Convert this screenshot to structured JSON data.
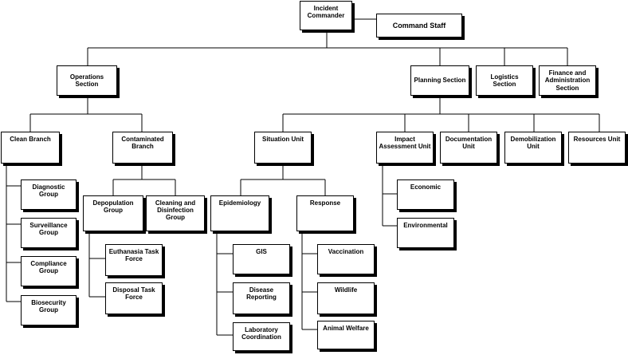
{
  "nodes": {
    "incident_commander": "Incident Commander",
    "command_staff": "Command Staff",
    "operations_section": "Operations Section",
    "planning_section": "Planning Section",
    "logistics_section": "Logistics Section",
    "finance_admin_section": "Finance and Administration Section",
    "clean_branch": "Clean Branch",
    "contaminated_branch": "Contaminated Branch",
    "situation_unit": "Situation Unit",
    "impact_assessment_unit": "Impact Assessment Unit",
    "documentation_unit": "Documentation Unit",
    "demobilization_unit": "Demobilization Unit",
    "resources_unit": "Resources Unit",
    "diagnostic_group": "Diagnostic Group",
    "surveillance_group": "Surveillance Group",
    "compliance_group": "Compliance Group",
    "biosecurity_group": "Biosecurity Group",
    "depopulation_group": "Depopulation Group",
    "cleaning_disinfection_group": "Cleaning and Disinfection Group",
    "euthanasia_task_force": "Euthanasia Task Force",
    "disposal_task_force": "Disposal Task Force",
    "epidemiology": "Epidemiology",
    "response": "Response",
    "gis": "GIS",
    "disease_reporting": "Disease Reporting",
    "laboratory_coordination": "Laboratory Coordination",
    "vaccination": "Vaccination",
    "wildlife": "Wildlife",
    "animal_welfare": "Animal Welfare",
    "economic": "Economic",
    "environmental": "Environmental"
  }
}
